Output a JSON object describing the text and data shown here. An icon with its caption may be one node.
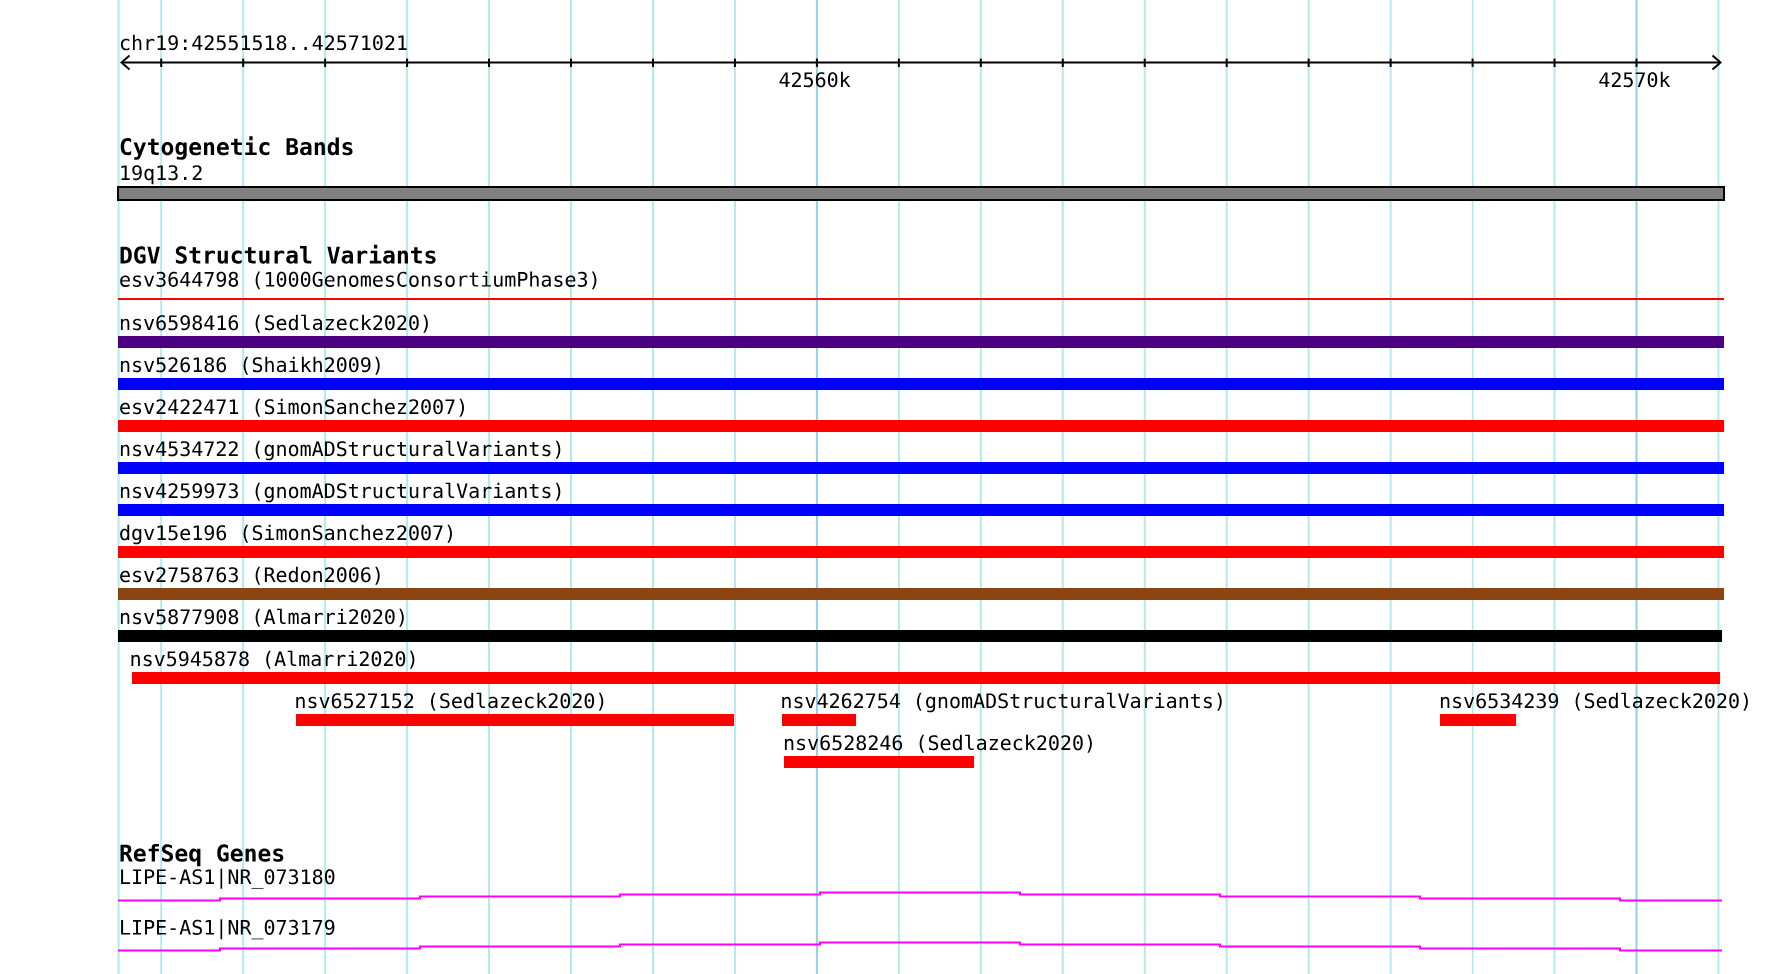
{
  "diagram": {
    "nodes": [
      {
        "text": [
          "19q13.2"
        ]
      },
      {
        "text": [
          "esv3644798 (1000GenomesConsortiumPhase3)"
        ]
      },
      {
        "text": [
          "nsv6598416 (Sedlazeck2020)"
        ]
      },
      {
        "text": [
          "nsv526186 (Shaikh2009)"
        ]
      },
      {
        "text": [
          "esv2422471 (SimonSanchez2007)"
        ]
      },
      {
        "text": [
          "nsv4534722 (gnomADStructuralVariants)"
        ]
      },
      {
        "text": [
          "nsv4259973 (gnomADStructuralVariants)"
        ]
      },
      {
        "text": [
          "dgv15e196 (SimonSanchez2007)"
        ]
      },
      {
        "text": [
          "esv2758763 (Redon2006)"
        ]
      },
      {
        "text": [
          "nsv5877908 (Almarri2020)"
        ]
      },
      {
        "text": [
          "nsv5945878 (Almarri2020)"
        ]
      },
      {
        "text": [
          "nsv6527152 (Sedlazeck2020)"
        ]
      },
      {
        "text": [
          "nsv4262754 (gnomADStructuralVariants)"
        ]
      },
      {
        "text": [
          "nsv6534239 (Sedlazeck2020)"
        ]
      },
      {
        "text": [
          "nsv6528246 (Sedlazeck2020)"
        ]
      },
      {
        "text": [
          "LIPE-AS1|NR_073180"
        ]
      },
      {
        "text": [
          "LIPE-AS1|NR_073179"
        ]
      }
    ],
    "labels": [
      "chr19:42551518..42571021",
      "42560k",
      "42570k",
      "Cytogenetic Bands",
      "DGV Structural Variants",
      "RefSeq Genes"
    ]
  }
}
